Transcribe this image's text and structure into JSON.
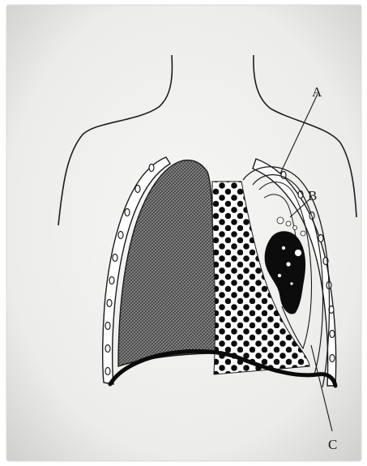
{
  "figure": {
    "labels": {
      "a": "A",
      "b": "B",
      "c": "C"
    },
    "colors": {
      "paper": "#f3f3f1",
      "ink": "#111111",
      "hatch_fill": "#7a7a7a",
      "dense_mass": "#0c0c0c"
    }
  }
}
